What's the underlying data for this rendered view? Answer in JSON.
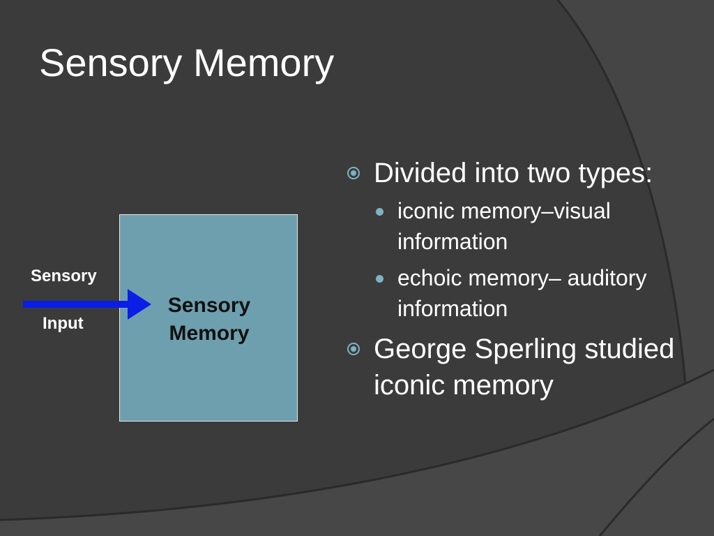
{
  "slide": {
    "title": "Sensory Memory",
    "diagram": {
      "input_label_line1": "Sensory",
      "input_label_line2": "Input",
      "box_label_line1": "Sensory",
      "box_label_line2": "Memory",
      "arrow_color": "#0a1ee6",
      "box_color": "#6e9fae"
    },
    "bullets": [
      {
        "text": "Divided into two types:",
        "icon": "circle-dot-icon",
        "sub": [
          {
            "text": "iconic memory–visual information"
          },
          {
            "text": "echoic memory– auditory information"
          }
        ]
      },
      {
        "text": "George Sperling studied iconic memory",
        "icon": "circle-dot-icon"
      }
    ],
    "colors": {
      "background": "#3b3b3b",
      "shape_light": "#4a4a4a",
      "bullet_accent": "#7fb2c2"
    }
  }
}
